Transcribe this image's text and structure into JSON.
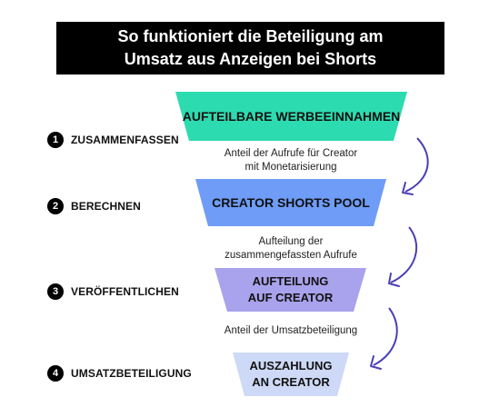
{
  "title": {
    "line1": "So funktioniert die Beteiligung am",
    "line2": "Umsatz aus Anzeigen bei Shorts"
  },
  "stages": [
    {
      "lines": [
        "AUFTEILBARE WERBEEINNAHMEN"
      ],
      "color": "#2ddbb0"
    },
    {
      "lines": [
        "CREATOR SHORTS POOL"
      ],
      "color": "#6e9cf7"
    },
    {
      "lines": [
        "AUFTEILUNG",
        "AUF CREATOR"
      ],
      "color": "#a9a2ec"
    },
    {
      "lines": [
        "AUSZAHLUNG",
        "AN CREATOR"
      ],
      "color": "#cdd9f6"
    }
  ],
  "steps": [
    {
      "number": "1",
      "label": "ZUSAMMENFASSEN"
    },
    {
      "number": "2",
      "label": "BERECHNEN"
    },
    {
      "number": "3",
      "label": "VERÖFFENTLICHEN"
    },
    {
      "number": "4",
      "label": "UMSATZBETEILIGUNG"
    }
  ],
  "connectors": [
    {
      "lines": [
        "Anteil der Aufrufe für Creator",
        "mit Monetarisierung"
      ]
    },
    {
      "lines": [
        "Aufteilung der",
        "zusammengefassten Aufrufe"
      ]
    },
    {
      "lines": [
        "Anteil der Umsatzbeteiligung"
      ]
    }
  ],
  "arrow_color": "#4a3fb5"
}
